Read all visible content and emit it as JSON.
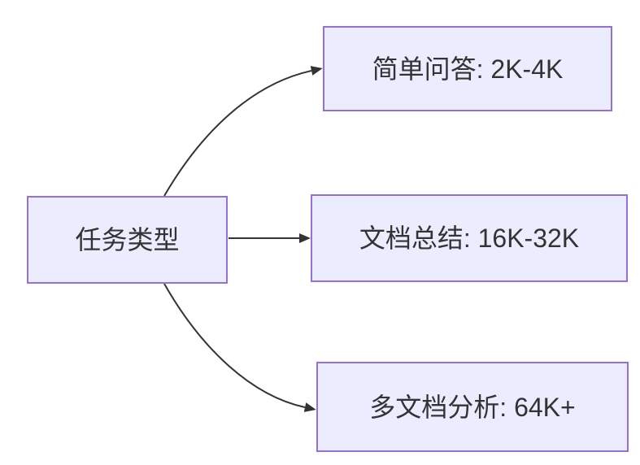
{
  "diagram": {
    "type": "flowchart-left-to-right",
    "background_color": "#ffffff",
    "node_fill_color": "#ECECFF",
    "node_border_color": "#9370DB",
    "edge_color": "#333333",
    "text_color": "#333333",
    "root": {
      "id": "task-type",
      "label": "任务类型"
    },
    "children": [
      {
        "id": "simple-qa",
        "label": "简单问答: 2K-4K"
      },
      {
        "id": "doc-summary",
        "label": "文档总结: 16K-32K"
      },
      {
        "id": "multidoc-analysis",
        "label": "多文档分析: 64K+"
      }
    ],
    "edges": [
      {
        "from": "任务类型",
        "to": "简单问答: 2K-4K",
        "style": "curved-up-right",
        "arrowhead": "filled-triangle"
      },
      {
        "from": "任务类型",
        "to": "文档总结: 16K-32K",
        "style": "straight-right",
        "arrowhead": "filled-triangle"
      },
      {
        "from": "任务类型",
        "to": "多文档分析: 64K+",
        "style": "curved-down-right",
        "arrowhead": "filled-triangle"
      }
    ]
  }
}
